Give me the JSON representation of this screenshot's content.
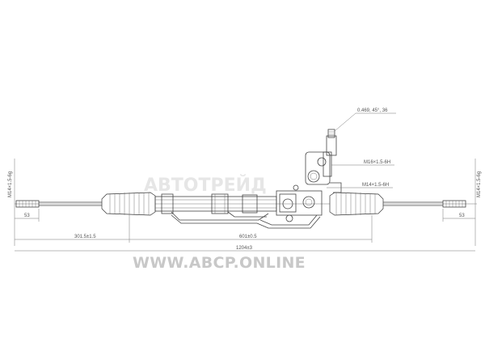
{
  "watermark": {
    "brand_text": "АВТОТРЕЙД",
    "site_text": "WWW.ABCP.ONLINE"
  },
  "dimensions": {
    "valve_spec": "0.469, 45°, 36",
    "port_upper": "M16×1.5-6H",
    "port_lower": "M14×1.5-6H",
    "thread_left": "M14×1.5-6g",
    "thread_right": "M14×1.5-6g",
    "end_left": "53",
    "end_right": "53",
    "offset_left": "301.5±1.5",
    "center_span": "601±0.5",
    "overall_length": "1204±3"
  },
  "colors": {
    "line": "#444444",
    "dimension_text": "#555555",
    "watermark": "#c8c8c8"
  }
}
